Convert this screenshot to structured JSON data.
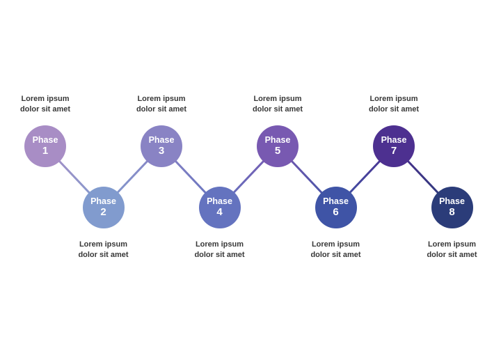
{
  "diagram": {
    "type": "zigzag-phase-timeline",
    "background_color": "#ffffff",
    "text_color": "#383838",
    "phase_text_color": "#ffffff",
    "connector": {
      "stroke_width": 3
    },
    "phases": [
      {
        "label": "Phase",
        "number": "1",
        "description_line1": "Lorem ipsum",
        "description_line2": "dolor sit amet",
        "color": "#a88dc5",
        "row": "top"
      },
      {
        "label": "Phase",
        "number": "2",
        "description_line1": "Lorem ipsum",
        "description_line2": "dolor sit amet",
        "color": "#819bce",
        "row": "bottom"
      },
      {
        "label": "Phase",
        "number": "3",
        "description_line1": "Lorem ipsum",
        "description_line2": "dolor sit amet",
        "color": "#8983c4",
        "row": "top"
      },
      {
        "label": "Phase",
        "number": "4",
        "description_line1": "Lorem ipsum",
        "description_line2": "dolor sit amet",
        "color": "#6473bf",
        "row": "bottom"
      },
      {
        "label": "Phase",
        "number": "5",
        "description_line1": "Lorem ipsum",
        "description_line2": "dolor sit amet",
        "color": "#7859b1",
        "row": "top"
      },
      {
        "label": "Phase",
        "number": "6",
        "description_line1": "Lorem ipsum",
        "description_line2": "dolor sit amet",
        "color": "#3f54a6",
        "row": "bottom"
      },
      {
        "label": "Phase",
        "number": "7",
        "description_line1": "Lorem ipsum",
        "description_line2": "dolor sit amet",
        "color": "#4d3090",
        "row": "top"
      },
      {
        "label": "Phase",
        "number": "8",
        "description_line1": "Lorem ipsum",
        "description_line2": "dolor sit amet",
        "color": "#2b3c79",
        "row": "bottom"
      }
    ]
  }
}
